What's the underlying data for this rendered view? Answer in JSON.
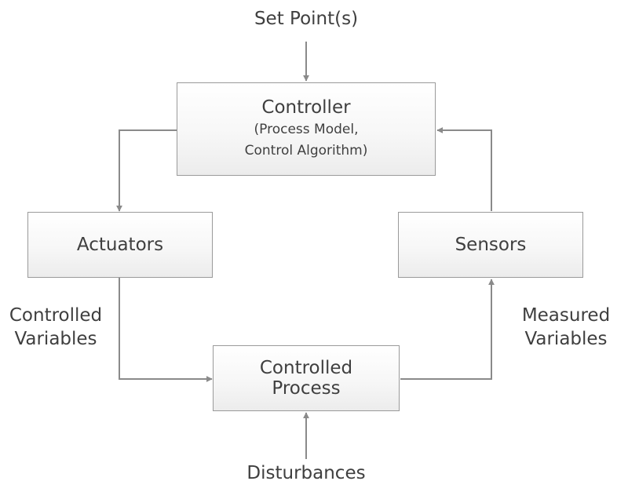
{
  "diagram": {
    "set_point": "Set Point(s)",
    "controller": {
      "title": "Controller",
      "detail_line1": "(Process Model,",
      "detail_line2": "Control Algorithm)"
    },
    "actuators": "Actuators",
    "sensors": "Sensors",
    "controlled_process": {
      "line1": "Controlled",
      "line2": "Process"
    },
    "controlled_variables": {
      "line1": "Controlled",
      "line2": "Variables"
    },
    "measured_variables": {
      "line1": "Measured",
      "line2": "Variables"
    },
    "disturbances": "Disturbances"
  },
  "colors": {
    "box_border": "#9a9a9a",
    "arrow": "#8a8a8a",
    "text": "#3f3f3f"
  }
}
